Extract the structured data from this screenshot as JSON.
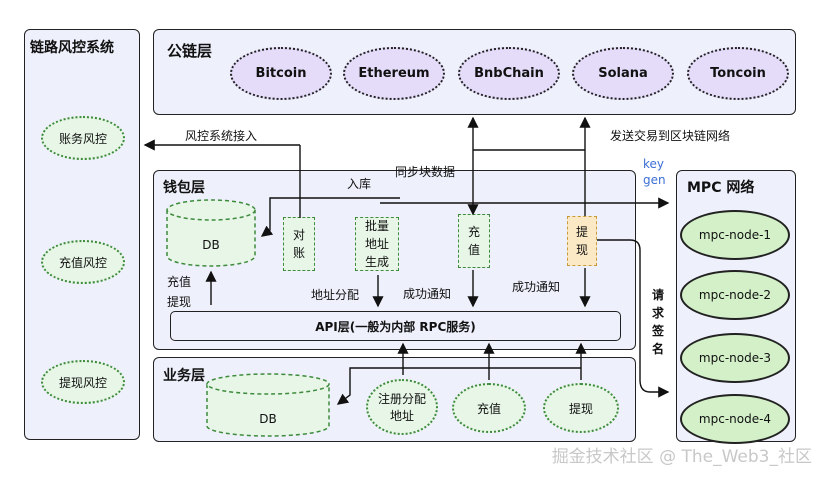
{
  "risk": {
    "title": "链路风控系统",
    "items": [
      "账务风控",
      "充值风控",
      "提现风控"
    ]
  },
  "chain": {
    "title": "公链层",
    "items": [
      "Bitcoin",
      "Ethereum",
      "BnbChain",
      "Solana",
      "Toncoin"
    ]
  },
  "wallet": {
    "title": "钱包层",
    "db": "DB",
    "reconcile": "对\n账",
    "batch": "批量\n地址\n生成",
    "deposit": "充\n值",
    "withdraw": "提\n现",
    "api": "API层(一般为内部 RPC服务)"
  },
  "business": {
    "title": "业务层",
    "db": "DB",
    "register": "注册分配\n地址",
    "deposit": "充值",
    "withdraw": "提现"
  },
  "mpc": {
    "title": "MPC 网络",
    "nodes": [
      "mpc-node-1",
      "mpc-node-2",
      "mpc-node-3",
      "mpc-node-4"
    ]
  },
  "labels": {
    "risk_access": "风控系统接入",
    "send_tx": "发送交易到区块链网络",
    "sync": "同步块数据",
    "store": "入库",
    "keygen": "key\ngen",
    "deposit_withdraw": "充值\n提现",
    "addr_alloc": "地址分配",
    "success1": "成功通知",
    "success2": "成功通知",
    "sign_req": "请\n求\n签\n名"
  },
  "watermark": "掘金技术社区 @ The_Web3_社区",
  "colors": {
    "panel": "#eef0fb",
    "chain_node": "#e5dcfa",
    "risk_node": "#e7f6e6",
    "mpc_node": "#d3f0c8",
    "withdraw_box": "#fbe9c6",
    "keygen_text": "#3b6fd6"
  }
}
